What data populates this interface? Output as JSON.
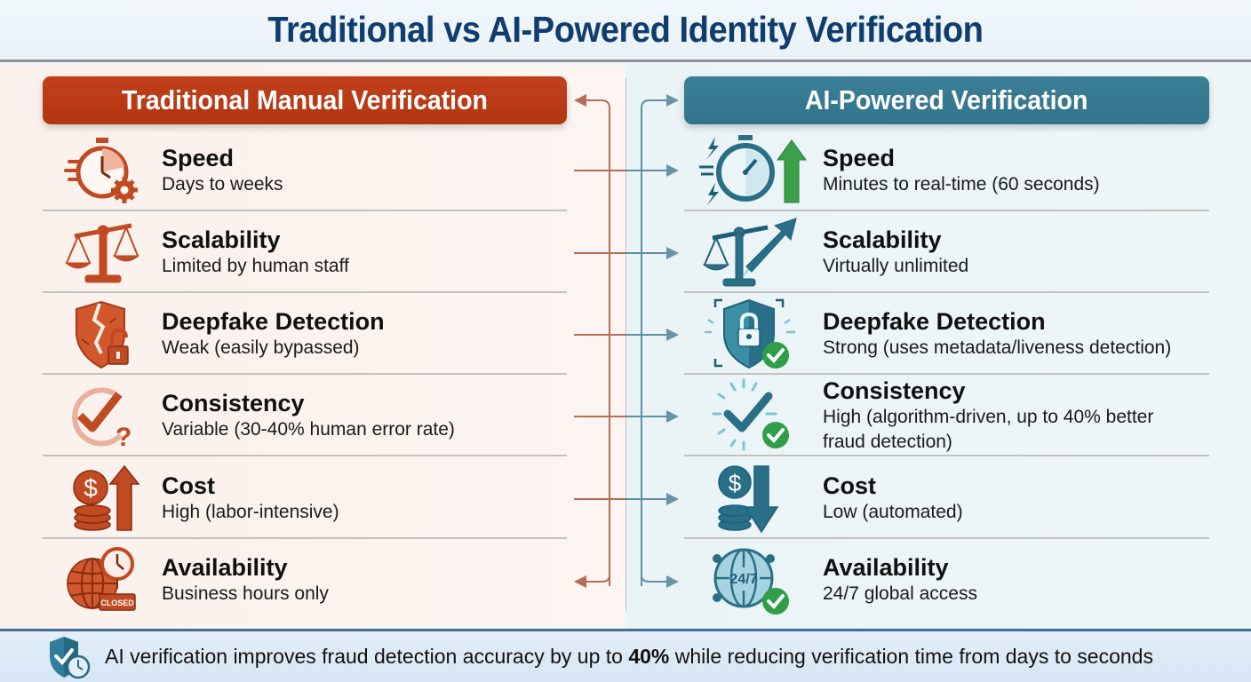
{
  "title": "Traditional vs AI-Powered Identity Verification",
  "colors": {
    "title": "#0e3d6e",
    "traditional_accent": "#b8391a",
    "ai_accent": "#357a91",
    "success_green": "#2e9e48",
    "footer_border": "#3e6e9a"
  },
  "traditional": {
    "header": "Traditional Manual Verification",
    "rows": [
      {
        "label": "Speed",
        "desc": "Days to weeks",
        "icon": "stopwatch-gear-icon"
      },
      {
        "label": "Scalability",
        "desc": "Limited by human staff",
        "icon": "balance-scale-icon"
      },
      {
        "label": "Deepfake Detection",
        "desc": "Weak (easily bypassed)",
        "icon": "broken-shield-unlocked-icon"
      },
      {
        "label": "Consistency",
        "desc": "Variable (30-40% human error rate)",
        "icon": "check-question-icon"
      },
      {
        "label": "Cost",
        "desc": "High (labor-intensive)",
        "icon": "coins-arrow-up-icon"
      },
      {
        "label": "Availability",
        "desc": "Business hours only",
        "icon": "globe-clock-closed-icon",
        "badge": "CLOSED"
      }
    ]
  },
  "ai": {
    "header": "AI-Powered Verification",
    "rows": [
      {
        "label": "Speed",
        "desc": "Minutes to real-time (60 seconds)",
        "icon": "fast-stopwatch-arrow-up-icon"
      },
      {
        "label": "Scalability",
        "desc": "Virtually unlimited",
        "icon": "scale-growth-arrow-icon"
      },
      {
        "label": "Deepfake Detection",
        "desc": "Strong (uses metadata/liveness detection)",
        "icon": "shield-lock-check-icon"
      },
      {
        "label": "Consistency",
        "desc": "High (algorithm-driven, up to 40% better fraud detection)",
        "icon": "checkmark-verified-icon"
      },
      {
        "label": "Cost",
        "desc": "Low (automated)",
        "icon": "coins-arrow-down-icon"
      },
      {
        "label": "Availability",
        "desc": "24/7 global access",
        "icon": "globe-247-check-icon",
        "badge": "24/7"
      }
    ]
  },
  "footer": {
    "icon": "shield-check-clock-icon",
    "text_before": "AI verification improves fraud detection accuracy by up to ",
    "text_bold": "40%",
    "text_after": " while reducing verification time from days to seconds"
  }
}
